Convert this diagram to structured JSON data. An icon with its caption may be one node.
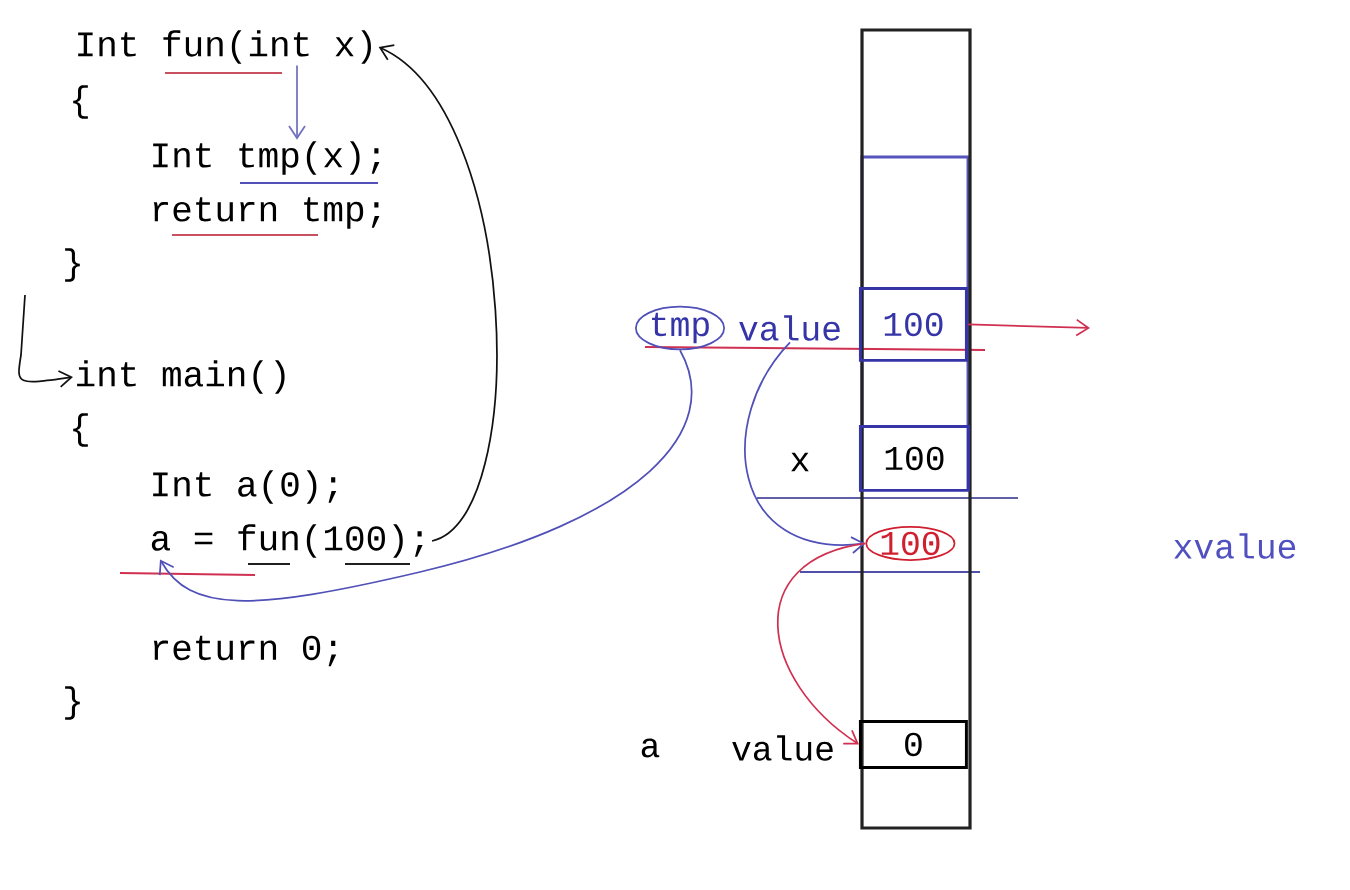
{
  "diagram": {
    "nodes": [
      {
        "text": [
          "Int fun(int x)"
        ]
      },
      {
        "text": [
          "Int tmp(x);"
        ]
      },
      {
        "text": [
          "return tmp;"
        ]
      },
      {
        "text": [
          "int main()"
        ]
      },
      {
        "text": [
          "Int a(0);"
        ]
      },
      {
        "text": [
          "a = fun(100);"
        ]
      },
      {
        "text": [
          "return 0;"
        ]
      },
      {
        "text": [],
        "shape": "box"
      },
      {
        "text": [
          "100"
        ],
        "in": 7,
        "beside": [
          "value"
        ]
      },
      {
        "text": [
          "tmp"
        ]
      },
      {
        "text": [
          "100"
        ],
        "in": 7,
        "beside": [
          "x"
        ]
      },
      {
        "text": [
          "100"
        ],
        "in": 7
      },
      {
        "text": [
          "0"
        ],
        "in": 7,
        "beside": [
          "a",
          "value"
        ]
      }
    ],
    "edges": [
      {
        "from": 0,
        "to": 1,
        "arrow": "to",
        "color": "#7070c0"
      },
      {
        "from": 5,
        "to": 0,
        "arrow": "to"
      },
      {
        "from": null,
        "to": 3,
        "arrow": "to"
      },
      {
        "from": 9,
        "to": 5,
        "arrow": "to",
        "color": "#5050b8"
      },
      {
        "from": 8,
        "to": 11,
        "arrow": "to",
        "color": "#5050b8"
      },
      {
        "from": 11,
        "to": 12,
        "arrow": "to",
        "color": "#d03050"
      },
      {
        "from": 8,
        "to": null,
        "arrow": "to",
        "color": "#d03050"
      }
    ],
    "labels": [
      "{",
      "}",
      "{",
      "}",
      "xvalue"
    ]
  }
}
